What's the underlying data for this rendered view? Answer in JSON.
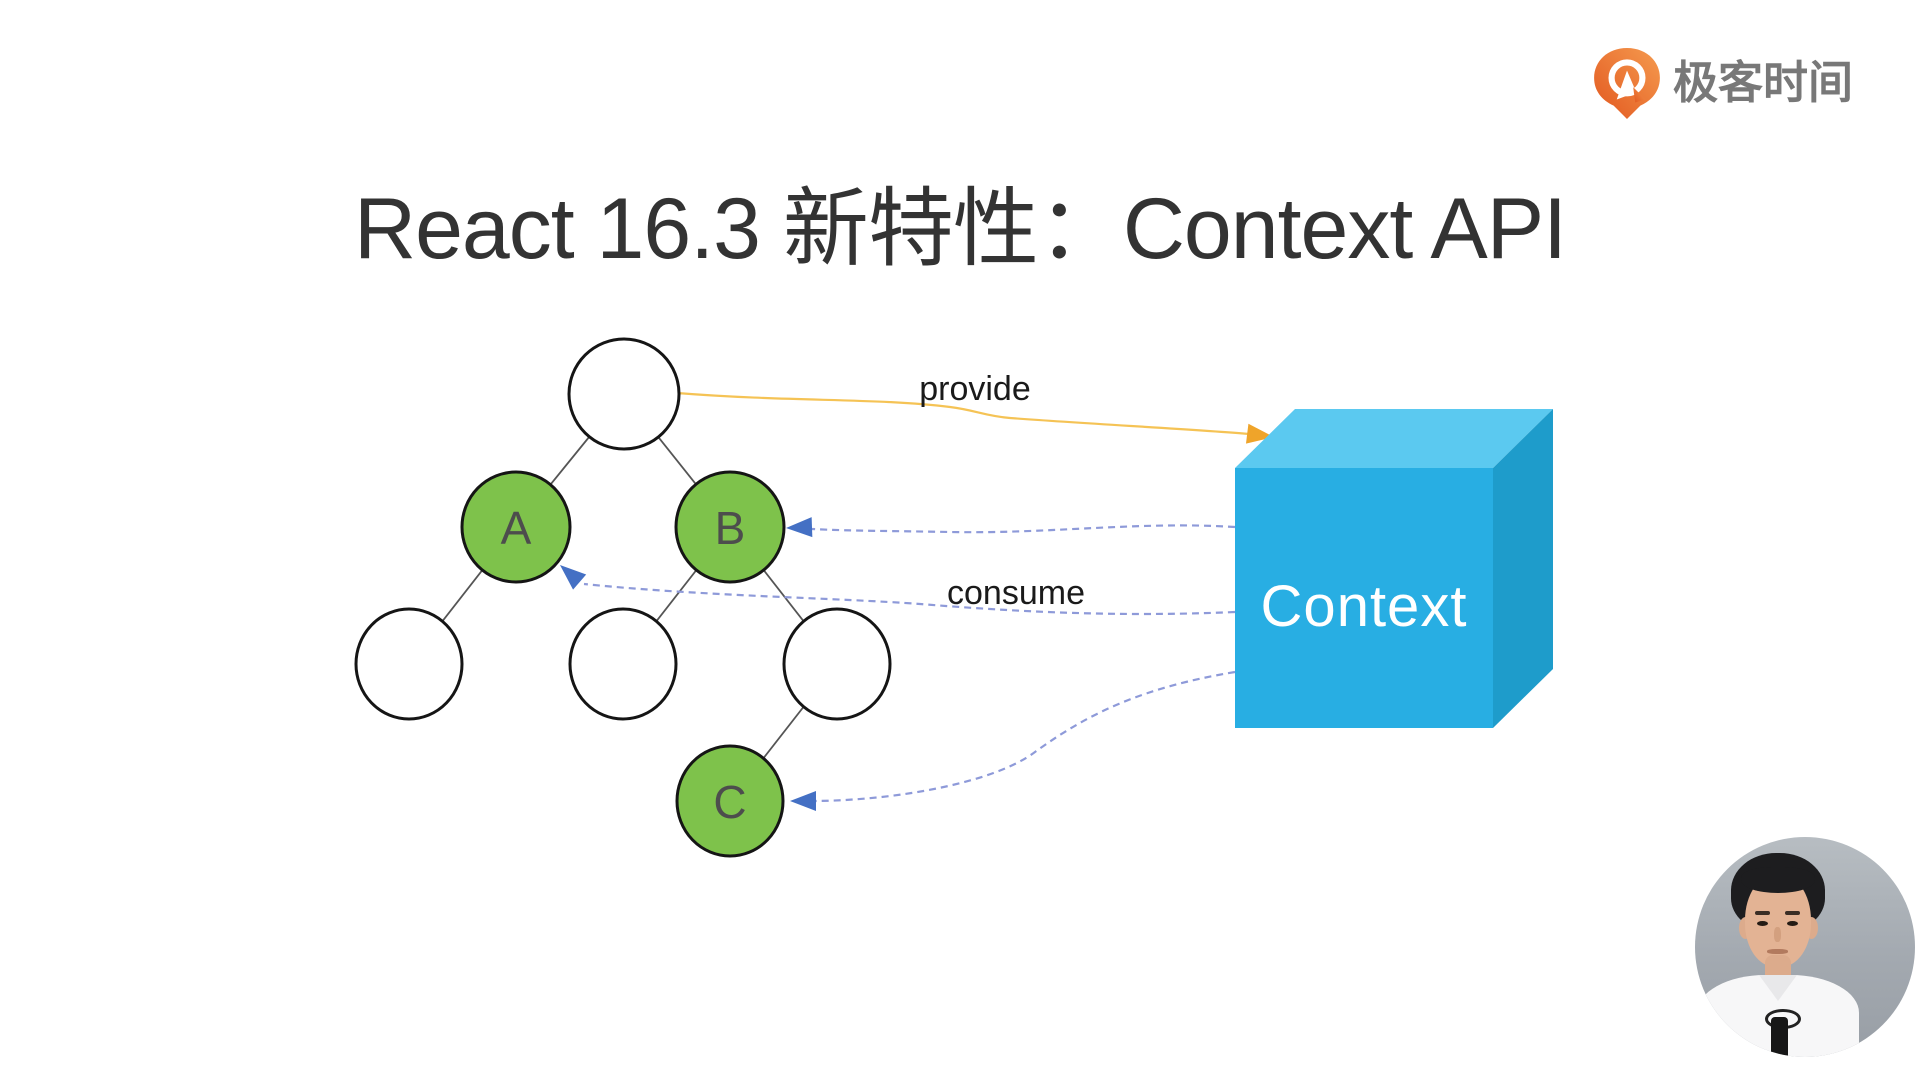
{
  "slide": {
    "title": "React 16.3 新特性：Context API"
  },
  "logo": {
    "brand": "极客时间"
  },
  "diagram": {
    "tree": {
      "node_a": "A",
      "node_b": "B",
      "node_c": "C",
      "node_green": "#7EC24B"
    },
    "cube": {
      "label": "Context",
      "face_front": "#28AEE3",
      "face_top": "#5BC9F0",
      "face_right": "#1E9CCB"
    },
    "arrows": {
      "provide_label": "provide",
      "consume_label": "consume",
      "provide_line": "#F5C355",
      "provide_head": "#EFA42A",
      "consume_line": "#8E9AD9",
      "consume_head": "#4470C4"
    }
  }
}
